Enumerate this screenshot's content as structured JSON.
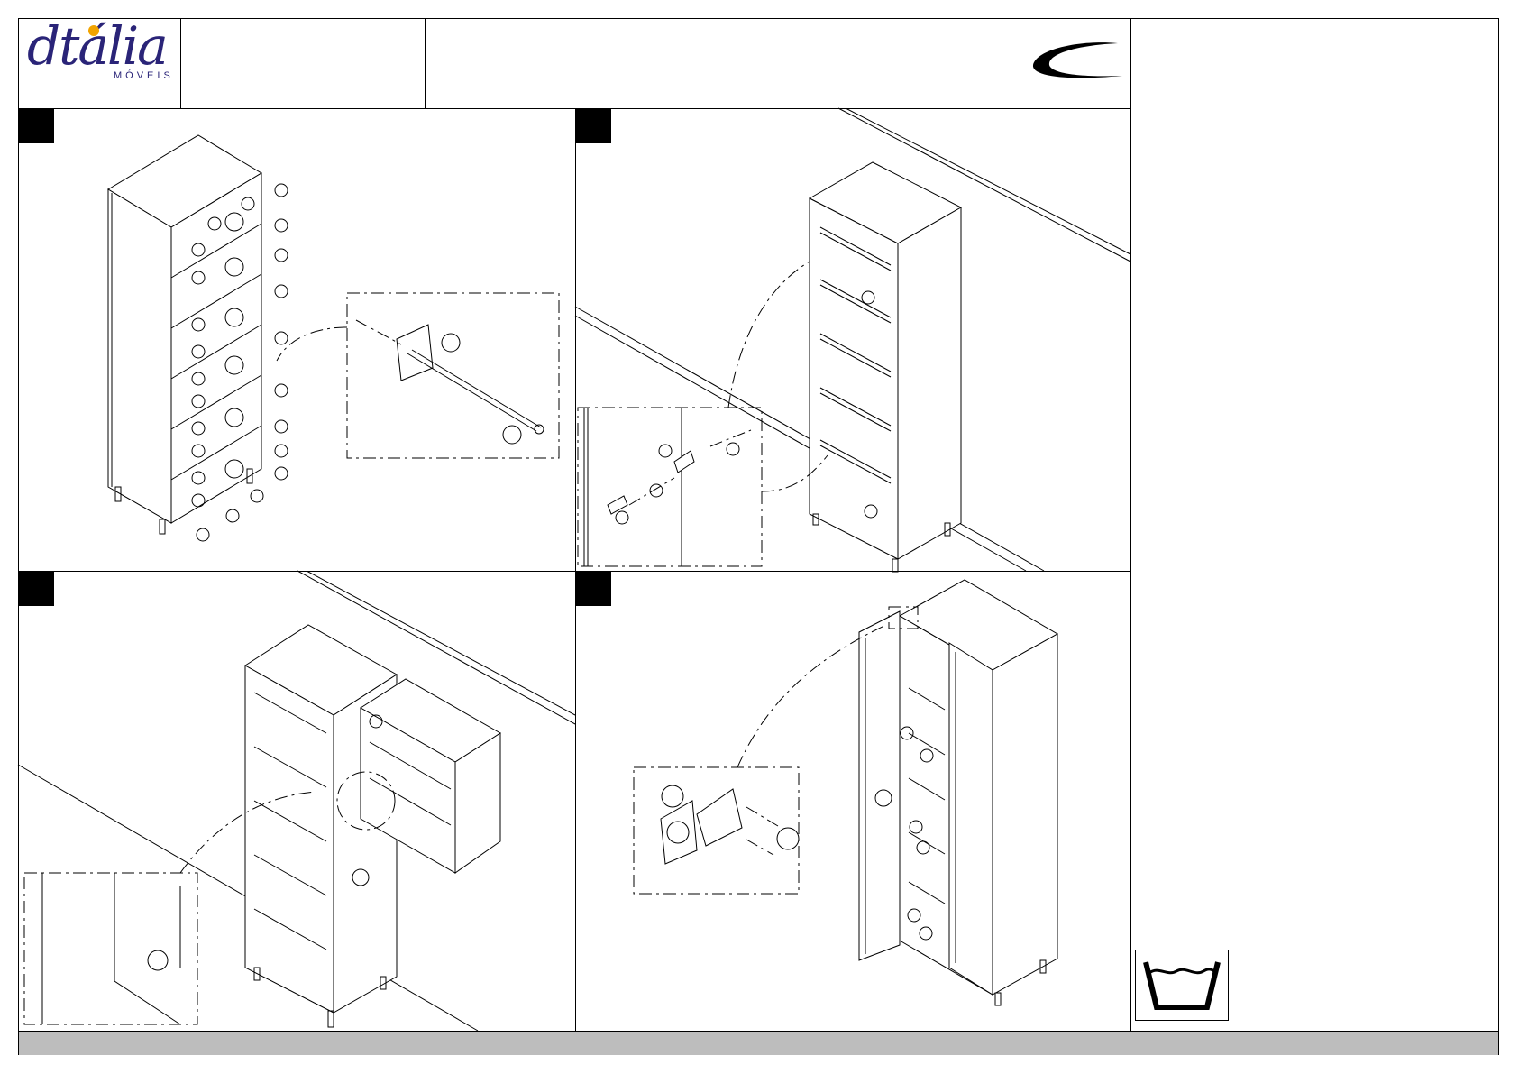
{
  "brand": {
    "name": "dtália",
    "subtitle": "MÓVEIS",
    "brand_color": "#2a2478",
    "accent_color": "#f2a400"
  },
  "panels": [
    {
      "step_icon": "step-badge",
      "illustration": "cabinet-frame-assembly"
    },
    {
      "step_icon": "step-badge",
      "illustration": "cabinet-wall-bracket"
    },
    {
      "step_icon": "step-badge",
      "illustration": "wall-cabinet-mount"
    },
    {
      "step_icon": "step-badge",
      "illustration": "door-hinge-install"
    }
  ],
  "care_icon": "wash-basin-icon",
  "footer_color": "#bdbdbd"
}
